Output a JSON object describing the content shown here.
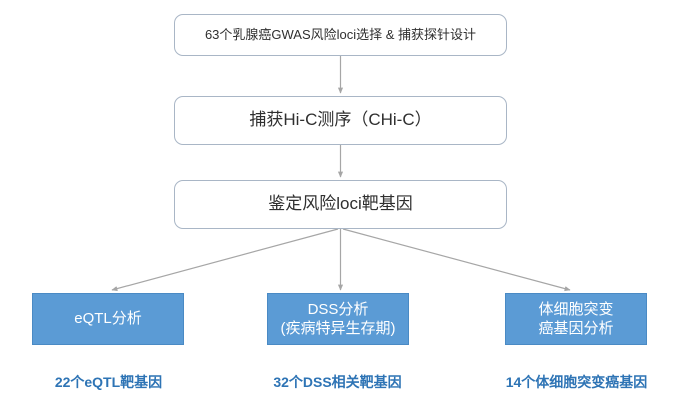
{
  "diagram": {
    "title": "Breast cancer GWAS risk loci CHi-C workflow",
    "colors": {
      "blue_fill": "#5b9bd5",
      "box_border": "#a9b6c6",
      "arrow": "#a6a6a6",
      "label_text": "#2e74b5",
      "background": "#ffffff"
    },
    "process_nodes": [
      {
        "id": "gwas",
        "label": "63个乳腺癌GWAS风险loci选择 & 捕获探针设计"
      },
      {
        "id": "hic",
        "label": "捕获Hi-C测序（CHi-C）"
      },
      {
        "id": "target",
        "label": "鉴定风险loci靶基因"
      }
    ],
    "analysis_nodes": [
      {
        "id": "eqtl",
        "line1": "eQTL分析",
        "line2": ""
      },
      {
        "id": "dss",
        "line1": "DSS分析",
        "line2": "(疾病特异生存期)"
      },
      {
        "id": "somatic",
        "line1": "体细胞突变",
        "line2": "癌基因分析"
      }
    ],
    "result_labels": [
      {
        "id": "eqtl",
        "text": "22个eQTL靶基因"
      },
      {
        "id": "dss",
        "text": "32个DSS相关靶基因"
      },
      {
        "id": "somatic",
        "text": "14个体细胞突变癌基因"
      }
    ]
  }
}
